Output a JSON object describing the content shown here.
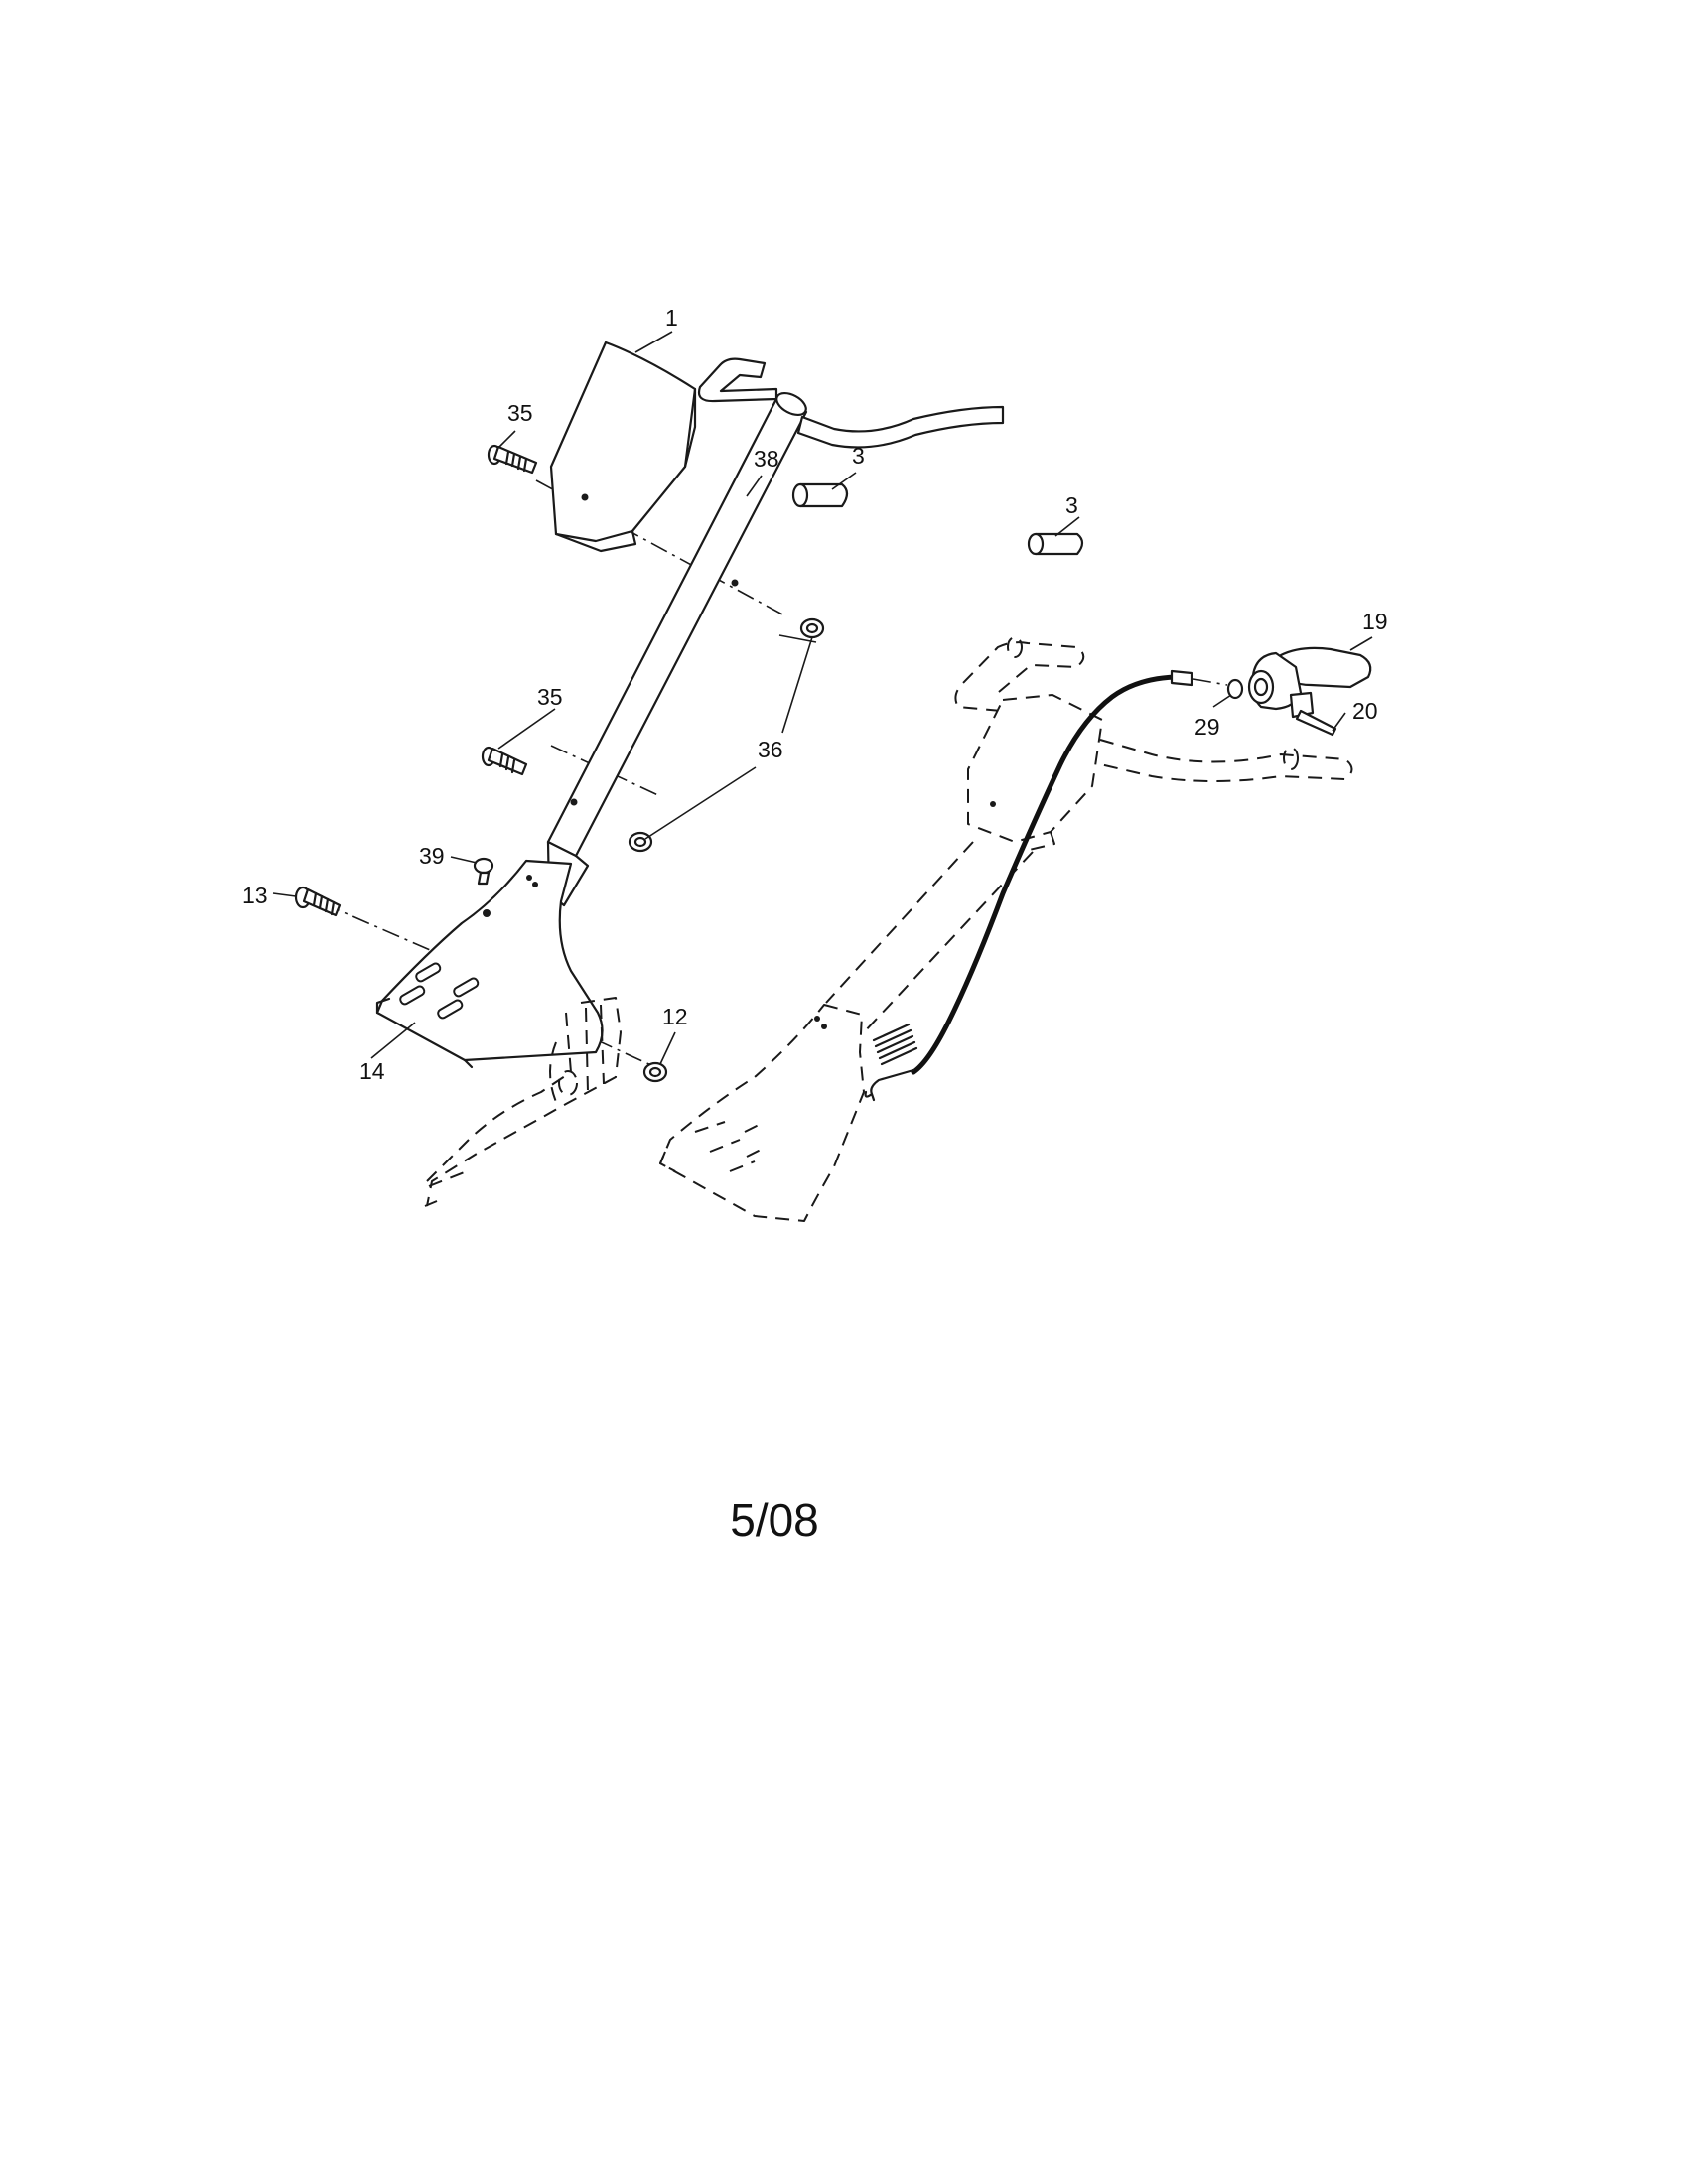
{
  "callouts": {
    "c1": "1",
    "c3a": "3",
    "c3b": "3",
    "c12": "12",
    "c13": "13",
    "c14": "14",
    "c19": "19",
    "c20": "20",
    "c29": "29",
    "c35a": "35",
    "c35b": "35",
    "c36": "36",
    "c38": "38",
    "c39": "39"
  },
  "footer": {
    "date": "5/08"
  }
}
